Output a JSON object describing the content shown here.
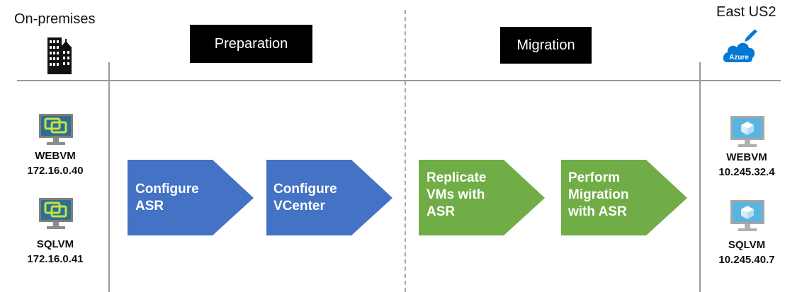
{
  "sites": {
    "left": {
      "title": "On-premises"
    },
    "right": {
      "title": "East US2",
      "cloud_badge": "Azure"
    }
  },
  "phases": [
    {
      "label": "Preparation"
    },
    {
      "label": "Migration"
    }
  ],
  "source_vms": [
    {
      "name": "WEBVM",
      "ip": "172.16.0.40"
    },
    {
      "name": "SQLVM",
      "ip": "172.16.0.41"
    }
  ],
  "target_vms": [
    {
      "name": "WEBVM",
      "ip": "10.245.32.4"
    },
    {
      "name": "SQLVM",
      "ip": "10.245.40.7"
    }
  ],
  "steps": [
    {
      "line1": "Configure",
      "line2": "ASR",
      "line3": "",
      "color": "#4472c4"
    },
    {
      "line1": "Configure",
      "line2": "VCenter",
      "line3": "",
      "color": "#4472c4"
    },
    {
      "line1": "Replicate",
      "line2": "VMs with",
      "line3": "ASR",
      "color": "#70ad47"
    },
    {
      "line1": "Perform",
      "line2": "Migration",
      "line3": "with ASR",
      "color": "#70ad47"
    }
  ],
  "colors": {
    "prep_arrow": "#4472c4",
    "migration_arrow": "#70ad47",
    "azure_blue": "#0078d4"
  },
  "icons": {
    "on_prem": "building-icon",
    "azure": "azure-cloud-icon",
    "source_vm": "vmware-monitor-icon",
    "target_vm": "azure-vm-monitor-icon"
  }
}
